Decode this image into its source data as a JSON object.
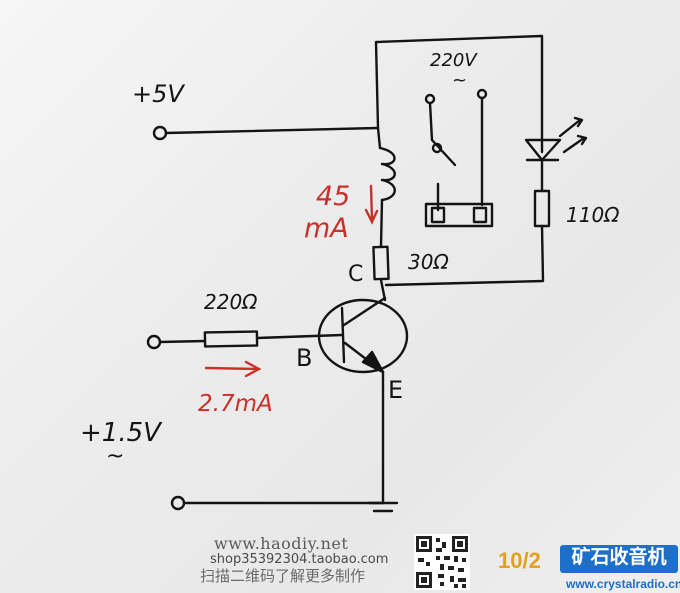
{
  "labels": {
    "supply_5v": "+5V",
    "ac_220v": "220V",
    "ac_tilde": "~",
    "coil_current_value": "45",
    "coil_current_unit": "mA",
    "r_30": "30Ω",
    "r_110": "110Ω",
    "collector": "C",
    "r_220": "220Ω",
    "base": "B",
    "emitter": "E",
    "base_current": "2.7mA",
    "supply_1_5v": "+1.5V",
    "ac_tilde_1_5v": "~"
  },
  "watermark": {
    "url": "www.haodiy.net",
    "shop": "shop35392304.taobao.com",
    "caption": "扫描二维码了解更多制作",
    "date": "10/2",
    "brand": "矿石收音机",
    "brand_url": "www.crystalradio.cn"
  },
  "colors": {
    "ink": "#141414",
    "annotation_red": "#c8302a",
    "brand_blue": "#1d6fc7",
    "date_orange": "#e2a01c"
  }
}
